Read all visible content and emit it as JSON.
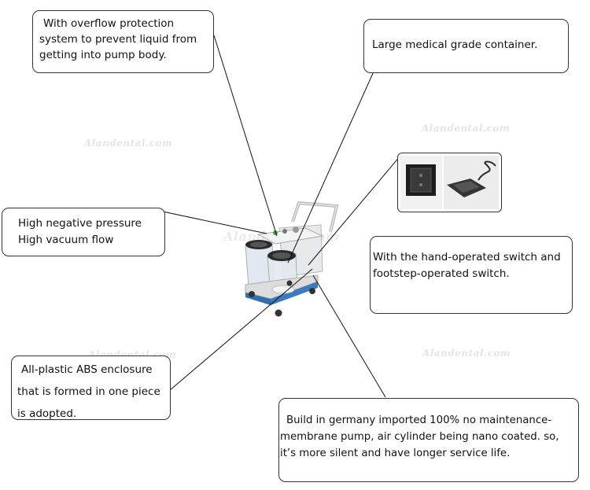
{
  "callouts": {
    "overflow": [
      "With overflow protection",
      "system to prevent liquid from",
      "getting into pump body."
    ],
    "container": [
      "Large medical grade container."
    ],
    "pressure": [
      "High negative pressure",
      "High vacuum flow"
    ],
    "switch": [
      "With the hand-operated switch and",
      "footstep-operated switch."
    ],
    "enclosure": [
      "All-plastic ABS enclosure",
      "that is formed in one piece",
      "is adopted."
    ],
    "pump": [
      "Build in germany imported 100% no maintenance-",
      "membrane pump, air cylinder being nano coated. so,",
      "it’s more silent and have longer service life."
    ]
  },
  "watermark": "Alandental.com",
  "colors": {
    "base_blue": "#2f6fb0",
    "container_tint": "#dfe6ee",
    "border": "#333333"
  }
}
